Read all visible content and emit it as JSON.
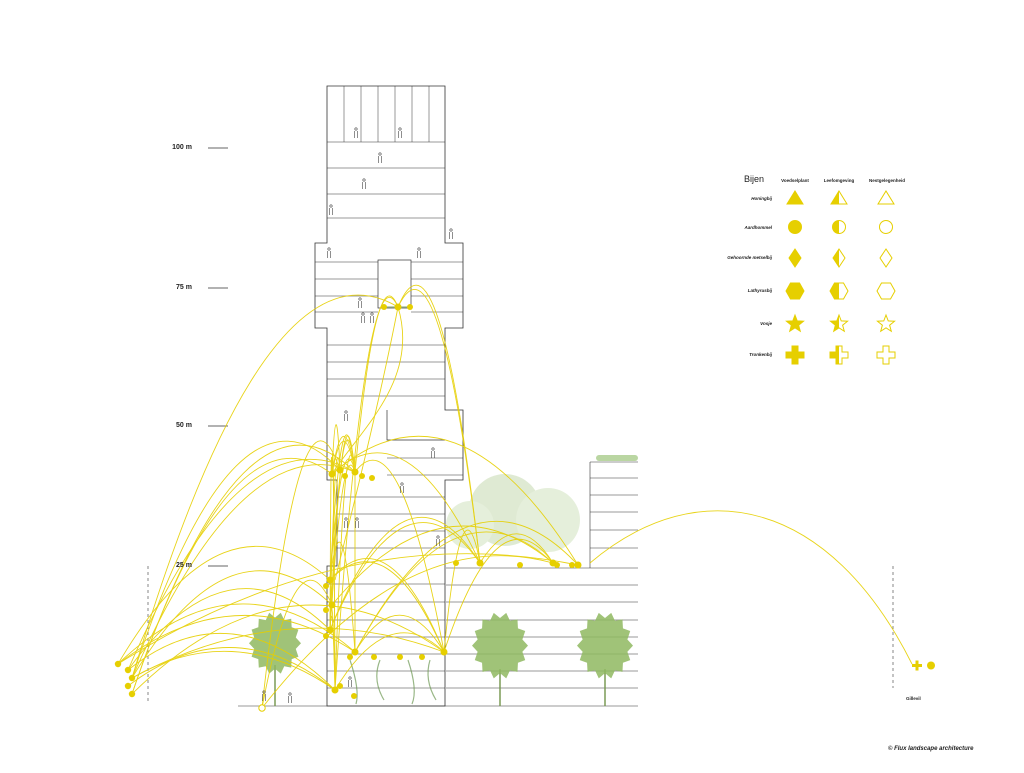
{
  "scale": {
    "labels": [
      "100 m",
      "75 m",
      "50 m",
      "25 m"
    ]
  },
  "legend": {
    "title": "Bijen",
    "columns": [
      "Voedselplant",
      "Leefomgeving",
      "Nestgelegenheid"
    ],
    "rows": [
      {
        "name": "Honingbij",
        "symbol": "triangle-icon"
      },
      {
        "name": "Aardhommel",
        "symbol": "circle-icon"
      },
      {
        "name": "Gehoornde metselbij",
        "symbol": "diamond-icon"
      },
      {
        "name": "Lathyrusbij",
        "symbol": "hexagon-icon"
      },
      {
        "name": "Vosje",
        "symbol": "star-icon"
      },
      {
        "name": "Tronkenbij",
        "symbol": "cross-icon"
      }
    ]
  },
  "labels": {
    "city": "Gillevil",
    "credit": "© Flux landscape architecture"
  },
  "colors": {
    "accent": "#e6cf00",
    "tree": "#8fb860",
    "tree_faint": "#c9dcb3",
    "line": "#333333"
  }
}
